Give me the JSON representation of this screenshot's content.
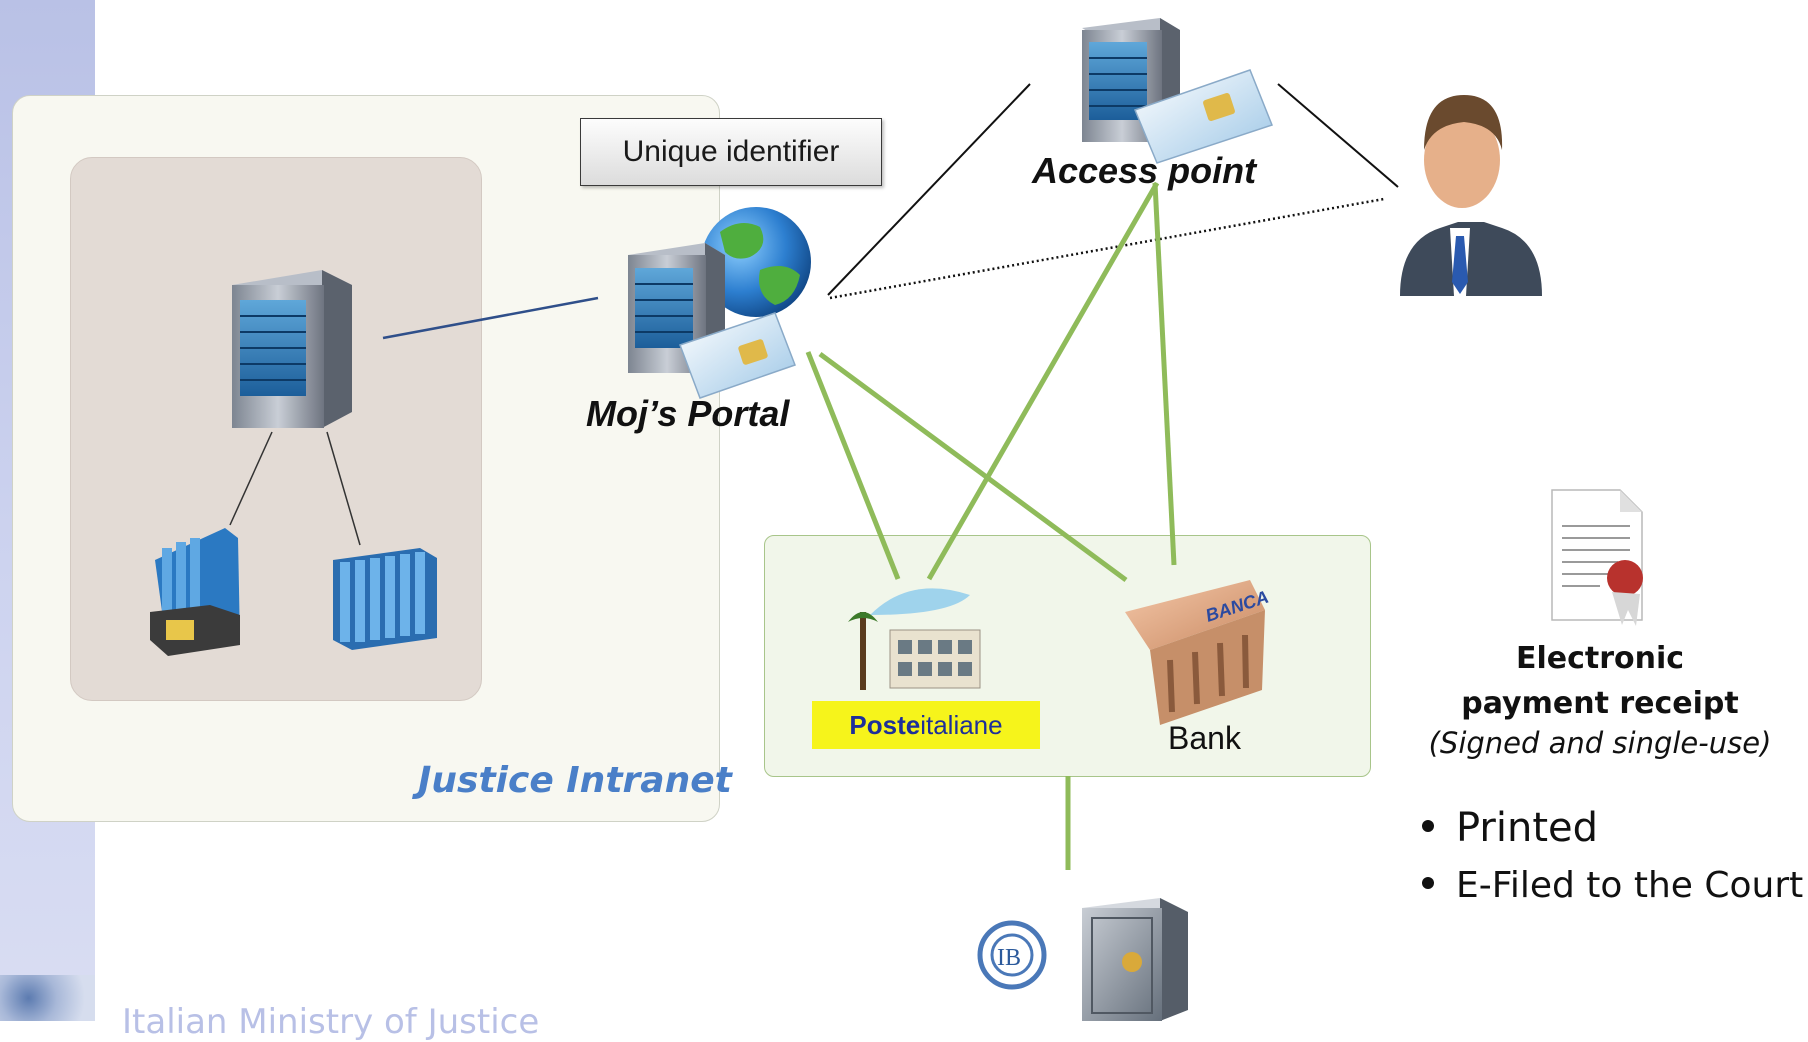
{
  "diagram": {
    "unique_identifier": "Unique identifier",
    "access_point": "Access point",
    "mojs_portal": "Moj’s Portal",
    "justice_intranet": "Justice Intranet",
    "poste_logo_bold": "Poste",
    "poste_logo_rest": "italiane",
    "bank": "Bank",
    "receipt_title_line1": "Electronic",
    "receipt_title_line2": "payment receipt",
    "receipt_subtitle": "(Signed and single-use)",
    "bullets": [
      "Printed",
      "E-Filed to the Court"
    ],
    "footer": "Italian Ministry of Justice"
  },
  "icons": [
    "server-icon",
    "folder-icon",
    "books-icon",
    "portal-server-globe-icon",
    "access-point-server-icon",
    "user-icon",
    "post-office-icon",
    "bank-building-icon",
    "receipt-document-icon",
    "bank-of-italy-logo-icon",
    "safe-icon",
    "ministry-logo-icon"
  ],
  "colors": {
    "link_green": "#8fbb5a",
    "intranet_label": "#4a7fc8",
    "poste_yellow": "#f6f41b",
    "sidebar": "#c3cae9"
  }
}
